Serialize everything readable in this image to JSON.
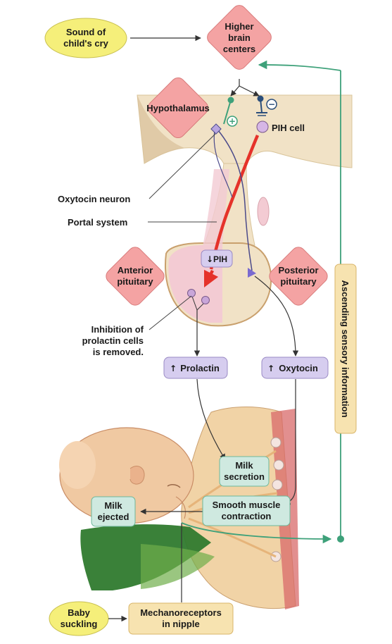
{
  "nodes": {
    "sound_cry": [
      "Sound of",
      "child's cry"
    ],
    "higher_brain": [
      "Higher",
      "brain",
      "centers"
    ],
    "hypothalamus": "Hypothalamus",
    "pih_cell": "PIH cell",
    "plus_sign": "+",
    "minus_sign": "−",
    "oxytocin_neuron": "Oxytocin neuron",
    "portal_system": "Portal system",
    "pih_badge": "PIH",
    "anterior_pituitary": [
      "Anterior",
      "pituitary"
    ],
    "posterior_pituitary": [
      "Posterior",
      "pituitary"
    ],
    "inhibition_removed": [
      "Inhibition of",
      "prolactin cells",
      "is removed."
    ],
    "prolactin": "Prolactin",
    "oxytocin": "Oxytocin",
    "ascending_sensory": "Ascending sensory information",
    "milk_secretion": [
      "Milk",
      "secretion"
    ],
    "smooth_muscle": [
      "Smooth muscle",
      "contraction"
    ],
    "milk_ejected": [
      "Milk",
      "ejected"
    ],
    "baby_suckling": [
      "Baby",
      "suckling"
    ],
    "mechanoreceptors": [
      "Mechanoreceptors",
      "in nipple"
    ]
  },
  "colors": {
    "yellow_node": "#f5ef7a",
    "red_node": "#f4a3a3",
    "purple_node": "#d6cdef",
    "green_node": "#cfe9e0",
    "tan_node": "#f7e3b0",
    "pathway_green": "#3ea17a",
    "pih_red": "#e5322a",
    "brain_tan": "#f1e2c6"
  }
}
